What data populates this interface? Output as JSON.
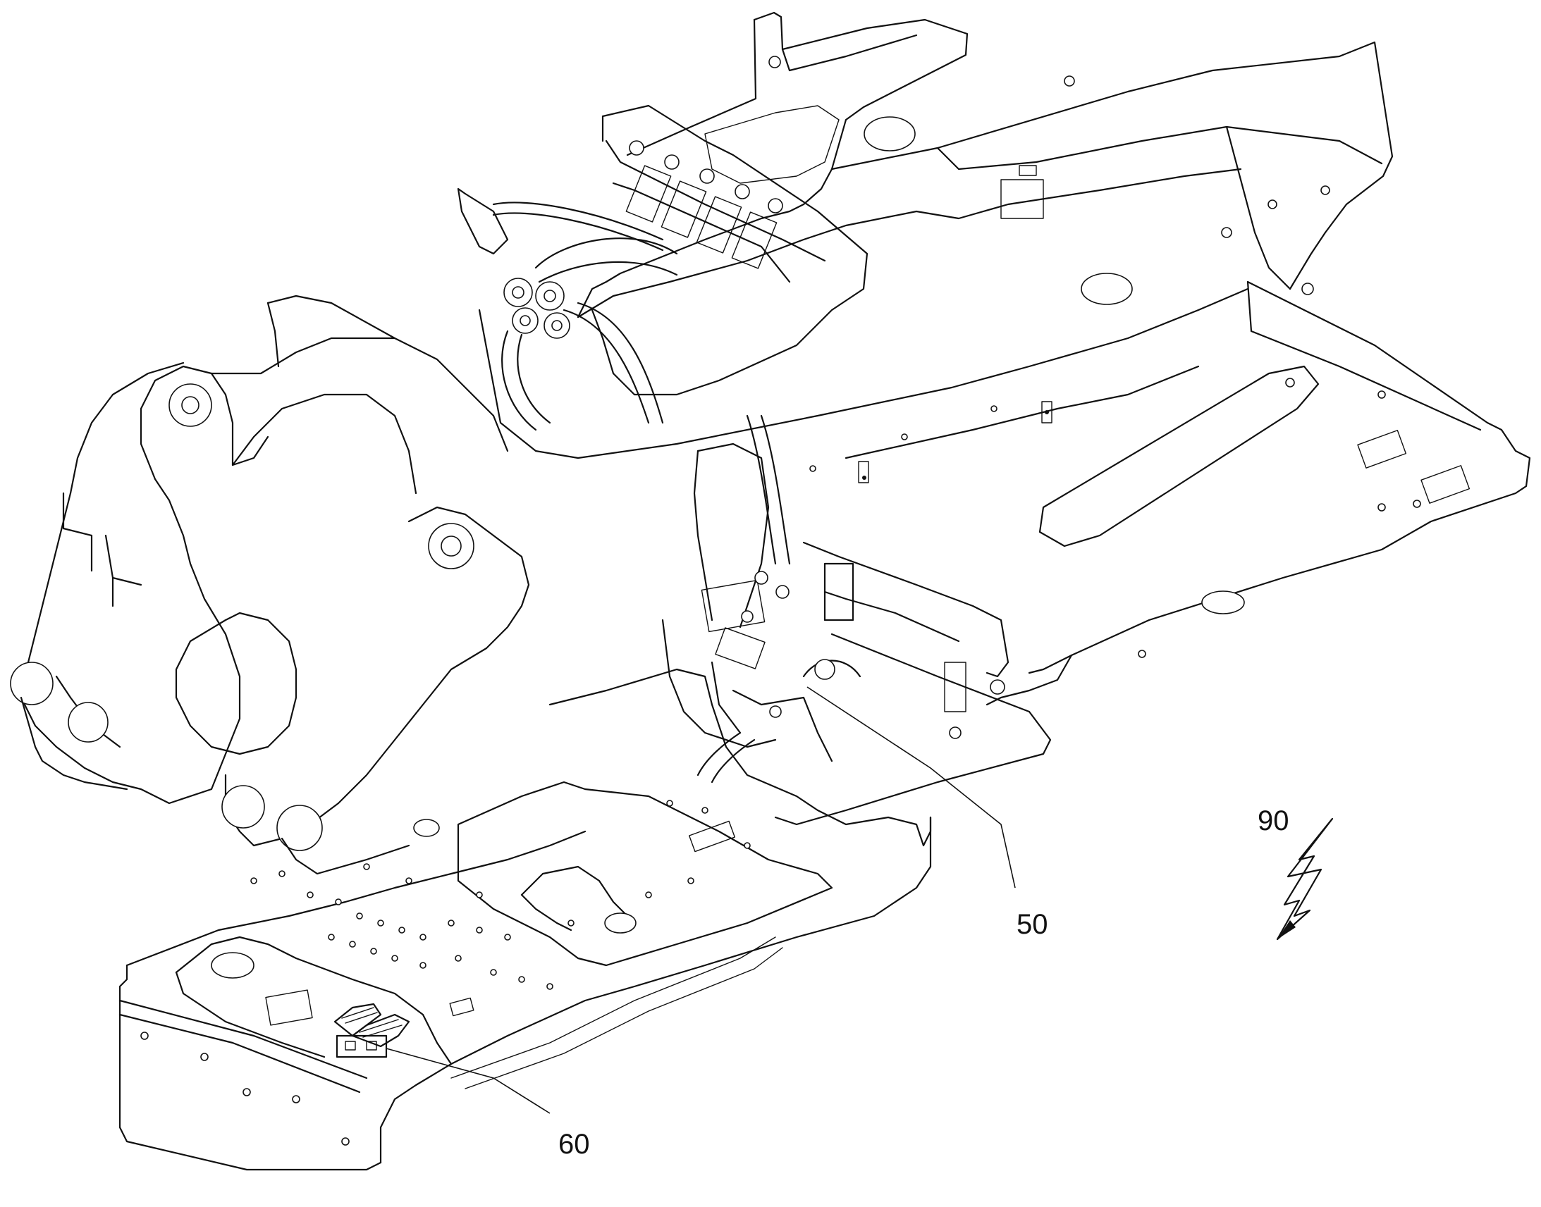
{
  "diagram": {
    "reference_numerals": {
      "frame_mounted_assembly": "50",
      "pedal_assembly": "60",
      "view_indicator": "90"
    },
    "icons": {
      "view_indicator_symbol": "lightning-bolt-arrow-icon"
    },
    "colors": {
      "line": "#111111",
      "background": "#ffffff"
    }
  }
}
